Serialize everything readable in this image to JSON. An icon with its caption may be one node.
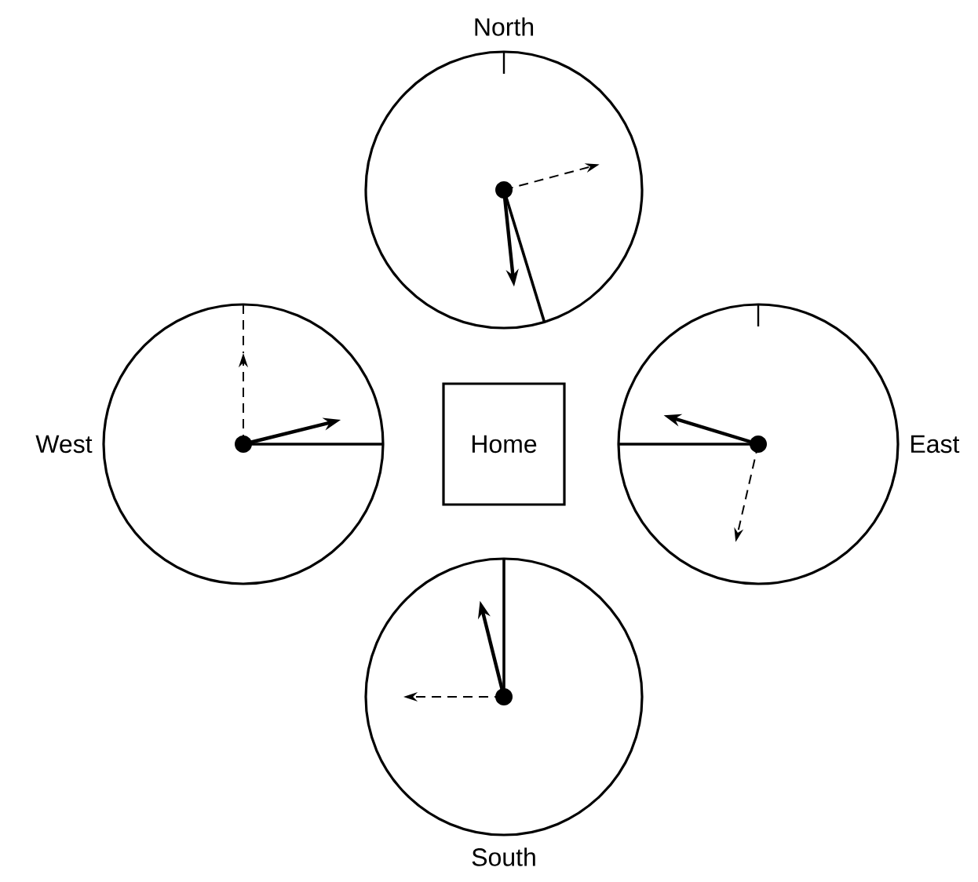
{
  "diagram": {
    "nodes": [
      {
        "text": [
          "North"
        ]
      },
      {
        "text": [
          "West"
        ]
      },
      {
        "text": [
          "Home"
        ]
      },
      {
        "text": [
          "East"
        ]
      },
      {
        "text": [
          "South"
        ]
      }
    ]
  }
}
